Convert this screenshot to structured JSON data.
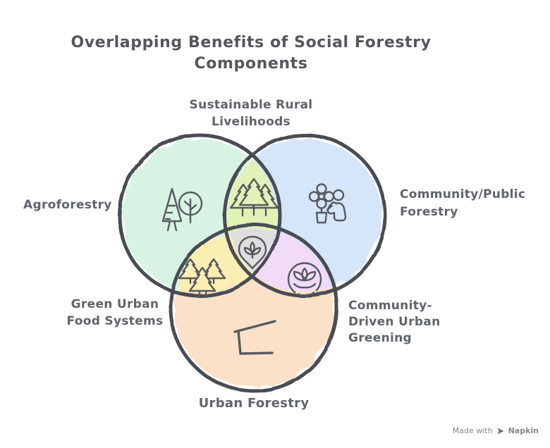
{
  "title": "Overlapping Benefits of Social Forestry\nComponents",
  "colors": {
    "background": "#ffffff",
    "outline": "#4a4e53",
    "icon_stroke": "#565a5f",
    "title_text": "#54585d",
    "label_text": "#5f646a",
    "watermark_text": "#82868c"
  },
  "regions": {
    "agroforestry": {
      "label": "Agroforestry",
      "fill": "#d8f3e4",
      "icon": "pine-and-broadleaf-tree-icon"
    },
    "community_public_forestry": {
      "label": "Community/Public\nForestry",
      "fill": "#d5e5fa",
      "icon": "potted-flower-and-person-icon"
    },
    "urban_forestry": {
      "label": "Urban Forestry",
      "fill": "#fbe1c8",
      "icon": "unfinished-building-icon"
    },
    "sustainable_rural_livelihoods": {
      "label": "Sustainable Rural\nLivelihoods",
      "fill": "#e2f2b6",
      "icon": "forest-trees-icon"
    },
    "green_urban_food_systems": {
      "label": "Green Urban\nFood Systems",
      "fill": "#fbeeb2",
      "icon": "small-pines-icon"
    },
    "community_driven_urban_greening": {
      "label": "Community-\nDriven Urban\nGreening",
      "fill": "#f2dbf8",
      "icon": "lotus-circle-icon"
    },
    "center": {
      "fill": "#dedede",
      "icon": "leaf-pin-icon"
    }
  },
  "watermark": {
    "prefix": "Made with",
    "brand": "Napkin"
  }
}
